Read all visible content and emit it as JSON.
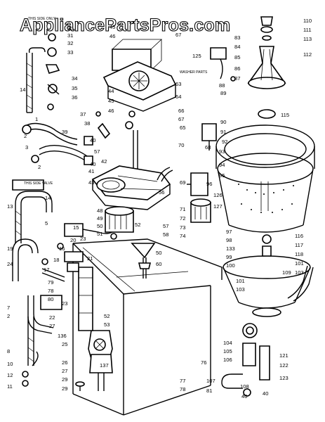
{
  "watermark": "AppliancePartsPros.com",
  "notes": {
    "upper_left": "THIS SIDE ONLY",
    "left_mid": "THIS SIDE VALVE",
    "mid": "WASHER PARTS"
  },
  "labels": [
    {
      "id": "30",
      "t": "30"
    },
    {
      "id": "31",
      "t": "31"
    },
    {
      "id": "32",
      "t": "32"
    },
    {
      "id": "33",
      "t": "33"
    },
    {
      "id": "34",
      "t": "34"
    },
    {
      "id": "35",
      "t": "35"
    },
    {
      "id": "36",
      "t": "36"
    },
    {
      "id": "37",
      "t": "37"
    },
    {
      "id": "38",
      "t": "38"
    },
    {
      "id": "39",
      "t": "39"
    },
    {
      "id": "40a",
      "t": "40"
    },
    {
      "id": "40b",
      "t": "40"
    },
    {
      "id": "14a",
      "t": "14"
    },
    {
      "id": "1",
      "t": "1"
    },
    {
      "id": "2a",
      "t": "2"
    },
    {
      "id": "2b",
      "t": "2"
    },
    {
      "id": "3",
      "t": "3"
    },
    {
      "id": "45a",
      "t": "45"
    },
    {
      "id": "46a",
      "t": "46"
    },
    {
      "id": "44",
      "t": "44"
    },
    {
      "id": "45b",
      "t": "45"
    },
    {
      "id": "46b",
      "t": "46"
    },
    {
      "id": "57a",
      "t": "57"
    },
    {
      "id": "42",
      "t": "42"
    },
    {
      "id": "41",
      "t": "41"
    },
    {
      "id": "43",
      "t": "43"
    },
    {
      "id": "56",
      "t": "56"
    },
    {
      "id": "48",
      "t": "48"
    },
    {
      "id": "49",
      "t": "49"
    },
    {
      "id": "50a",
      "t": "50"
    },
    {
      "id": "51",
      "t": "51"
    },
    {
      "id": "52",
      "t": "52"
    },
    {
      "id": "57b",
      "t": "57"
    },
    {
      "id": "58",
      "t": "58"
    },
    {
      "id": "50b",
      "t": "50"
    },
    {
      "id": "60",
      "t": "60"
    },
    {
      "id": "67a",
      "t": "67"
    },
    {
      "id": "83",
      "t": "83"
    },
    {
      "id": "84",
      "t": "84"
    },
    {
      "id": "85",
      "t": "85"
    },
    {
      "id": "86",
      "t": "86"
    },
    {
      "id": "87",
      "t": "87"
    },
    {
      "id": "125",
      "t": "125"
    },
    {
      "id": "63",
      "t": "63"
    },
    {
      "id": "64",
      "t": "64"
    },
    {
      "id": "66",
      "t": "66"
    },
    {
      "id": "67b",
      "t": "67"
    },
    {
      "id": "65",
      "t": "65"
    },
    {
      "id": "70",
      "t": "70"
    },
    {
      "id": "68",
      "t": "68"
    },
    {
      "id": "88",
      "t": "88"
    },
    {
      "id": "89",
      "t": "89"
    },
    {
      "id": "90",
      "t": "90"
    },
    {
      "id": "91",
      "t": "91"
    },
    {
      "id": "92",
      "t": "92"
    },
    {
      "id": "93",
      "t": "93"
    },
    {
      "id": "94",
      "t": "94"
    },
    {
      "id": "95",
      "t": "95"
    },
    {
      "id": "96",
      "t": "96"
    },
    {
      "id": "69",
      "t": "69"
    },
    {
      "id": "71",
      "t": "71"
    },
    {
      "id": "72",
      "t": "72"
    },
    {
      "id": "73",
      "t": "73"
    },
    {
      "id": "74",
      "t": "74"
    },
    {
      "id": "126",
      "t": "126"
    },
    {
      "id": "127",
      "t": "127"
    },
    {
      "id": "110",
      "t": "110"
    },
    {
      "id": "111",
      "t": "111"
    },
    {
      "id": "113",
      "t": "113"
    },
    {
      "id": "112",
      "t": "112"
    },
    {
      "id": "115",
      "t": "115"
    },
    {
      "id": "97",
      "t": "97"
    },
    {
      "id": "98",
      "t": "98"
    },
    {
      "id": "133",
      "t": "133"
    },
    {
      "id": "99",
      "t": "99"
    },
    {
      "id": "100",
      "t": "100"
    },
    {
      "id": "116",
      "t": "116"
    },
    {
      "id": "117",
      "t": "117"
    },
    {
      "id": "118",
      "t": "118"
    },
    {
      "id": "101a",
      "t": "101"
    },
    {
      "id": "103a",
      "t": "103"
    },
    {
      "id": "109",
      "t": "109"
    },
    {
      "id": "101b",
      "t": "101"
    },
    {
      "id": "103b",
      "t": "103"
    },
    {
      "id": "104",
      "t": "104"
    },
    {
      "id": "105",
      "t": "105"
    },
    {
      "id": "106",
      "t": "106"
    },
    {
      "id": "121",
      "t": "121"
    },
    {
      "id": "122",
      "t": "122"
    },
    {
      "id": "123",
      "t": "123"
    },
    {
      "id": "107",
      "t": "107"
    },
    {
      "id": "81",
      "t": "81"
    },
    {
      "id": "108",
      "t": "108"
    },
    {
      "id": "40c",
      "t": "40"
    },
    {
      "id": "40d",
      "t": "40"
    },
    {
      "id": "76",
      "t": "76"
    },
    {
      "id": "77",
      "t": "77"
    },
    {
      "id": "78",
      "t": "78"
    },
    {
      "id": "13",
      "t": "13"
    },
    {
      "id": "14b",
      "t": "14"
    },
    {
      "id": "5",
      "t": "5"
    },
    {
      "id": "19",
      "t": "19"
    },
    {
      "id": "24",
      "t": "24"
    },
    {
      "id": "16",
      "t": "16"
    },
    {
      "id": "15",
      "t": "15"
    },
    {
      "id": "20",
      "t": "20"
    },
    {
      "id": "23a",
      "t": "23"
    },
    {
      "id": "18",
      "t": "18"
    },
    {
      "id": "17",
      "t": "17"
    },
    {
      "id": "21",
      "t": "21"
    },
    {
      "id": "79",
      "t": "79"
    },
    {
      "id": "78b",
      "t": "78"
    },
    {
      "id": "80",
      "t": "80"
    },
    {
      "id": "23b",
      "t": "23"
    },
    {
      "id": "7",
      "t": "7"
    },
    {
      "id": "2c",
      "t": "2"
    },
    {
      "id": "22",
      "t": "22"
    },
    {
      "id": "27a",
      "t": "27"
    },
    {
      "id": "136",
      "t": "136"
    },
    {
      "id": "25",
      "t": "25"
    },
    {
      "id": "26",
      "t": "26"
    },
    {
      "id": "27b",
      "t": "27"
    },
    {
      "id": "29a",
      "t": "29"
    },
    {
      "id": "29b",
      "t": "29"
    },
    {
      "id": "137",
      "t": "137"
    },
    {
      "id": "52b",
      "t": "52"
    },
    {
      "id": "53",
      "t": "53"
    },
    {
      "id": "8",
      "t": "8"
    },
    {
      "id": "10",
      "t": "10"
    },
    {
      "id": "12",
      "t": "12"
    },
    {
      "id": "11",
      "t": "11"
    }
  ]
}
